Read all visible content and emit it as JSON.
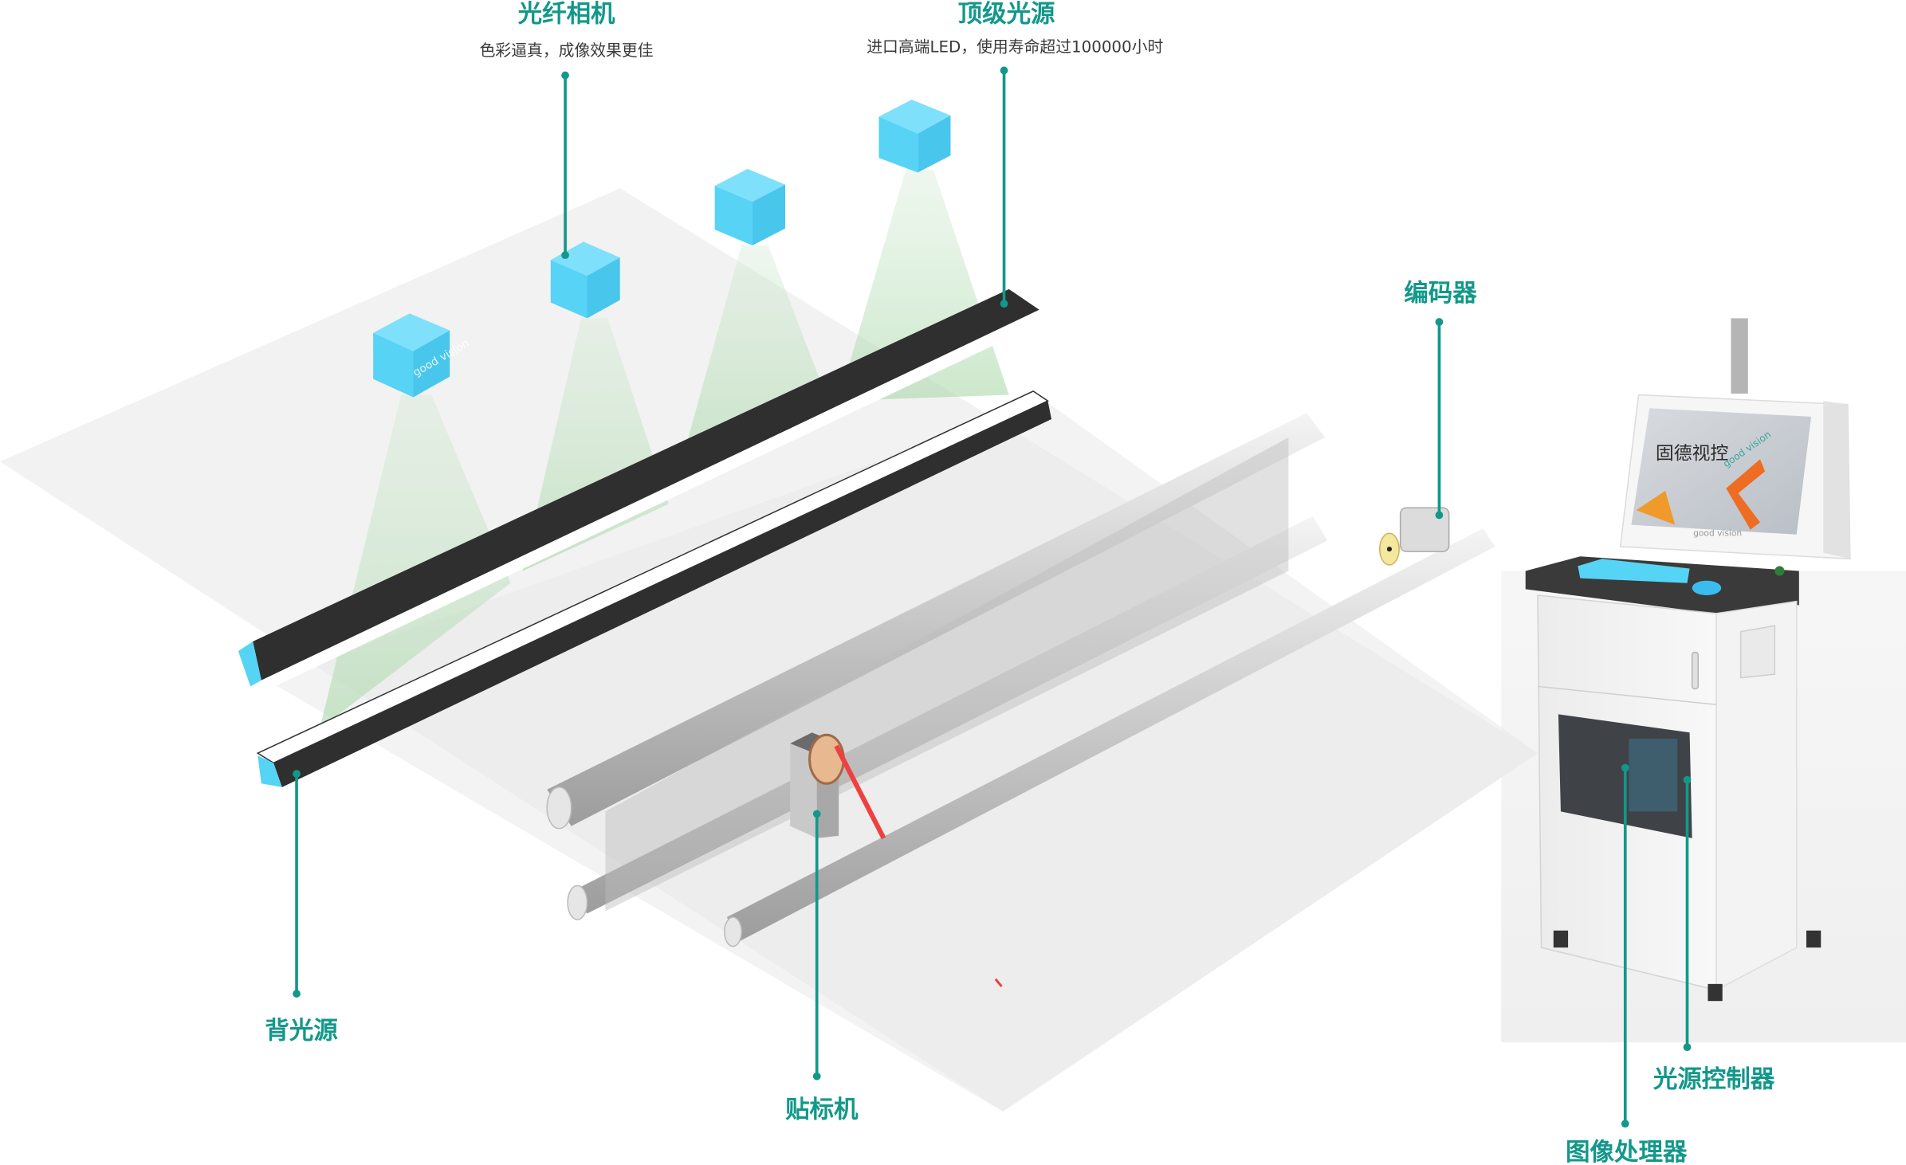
{
  "diagram": {
    "title": "Machine vision inspection system overview",
    "accent_color": "#12988a",
    "callouts": [
      {
        "id": "camera",
        "title": "光纤相机",
        "subtitle": "色彩逼真，成像效果更佳"
      },
      {
        "id": "top-light",
        "title": "顶级光源",
        "subtitle": "进口高端LED，使用寿命超过100000小时"
      },
      {
        "id": "encoder",
        "title": "编码器",
        "subtitle": ""
      },
      {
        "id": "backlight",
        "title": "背光源",
        "subtitle": ""
      },
      {
        "id": "labeler",
        "title": "贴标机",
        "subtitle": ""
      },
      {
        "id": "light-controller",
        "title": "光源控制器",
        "subtitle": ""
      },
      {
        "id": "image-processor",
        "title": "图像处理器",
        "subtitle": ""
      }
    ],
    "components": {
      "cameras": {
        "count": 4,
        "color": "#55d4f6",
        "logo": "good vision"
      },
      "cabinet_screen": {
        "text": "固德视控",
        "logo": "good vision"
      },
      "cabinet_logo": "good vision"
    }
  }
}
